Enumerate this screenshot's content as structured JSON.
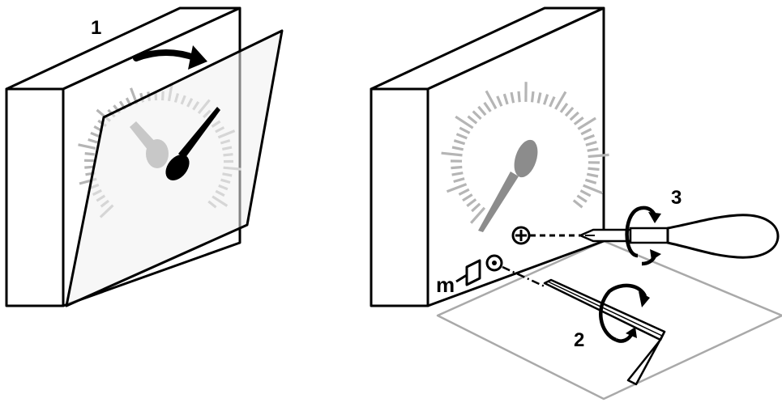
{
  "steps": {
    "step1": "1",
    "step2": "2",
    "step3": "3"
  },
  "body_label": {
    "text": "m"
  },
  "colors": {
    "ink": "#000000",
    "scale_gray": "#b5b5b5",
    "needle_gray": "#8c8c8c",
    "plate_gray": "#a9a9a9",
    "bg": "#ffffff"
  },
  "icons": {
    "rotation_arrow_cover": "curved-arrow",
    "rotation_arrow_screwdriver": "circular-arrow",
    "rotation_arrow_hexkey": "circular-arrow",
    "zero_adjust_symbol": "plus-circle",
    "reset_symbol": "dot-circle"
  }
}
